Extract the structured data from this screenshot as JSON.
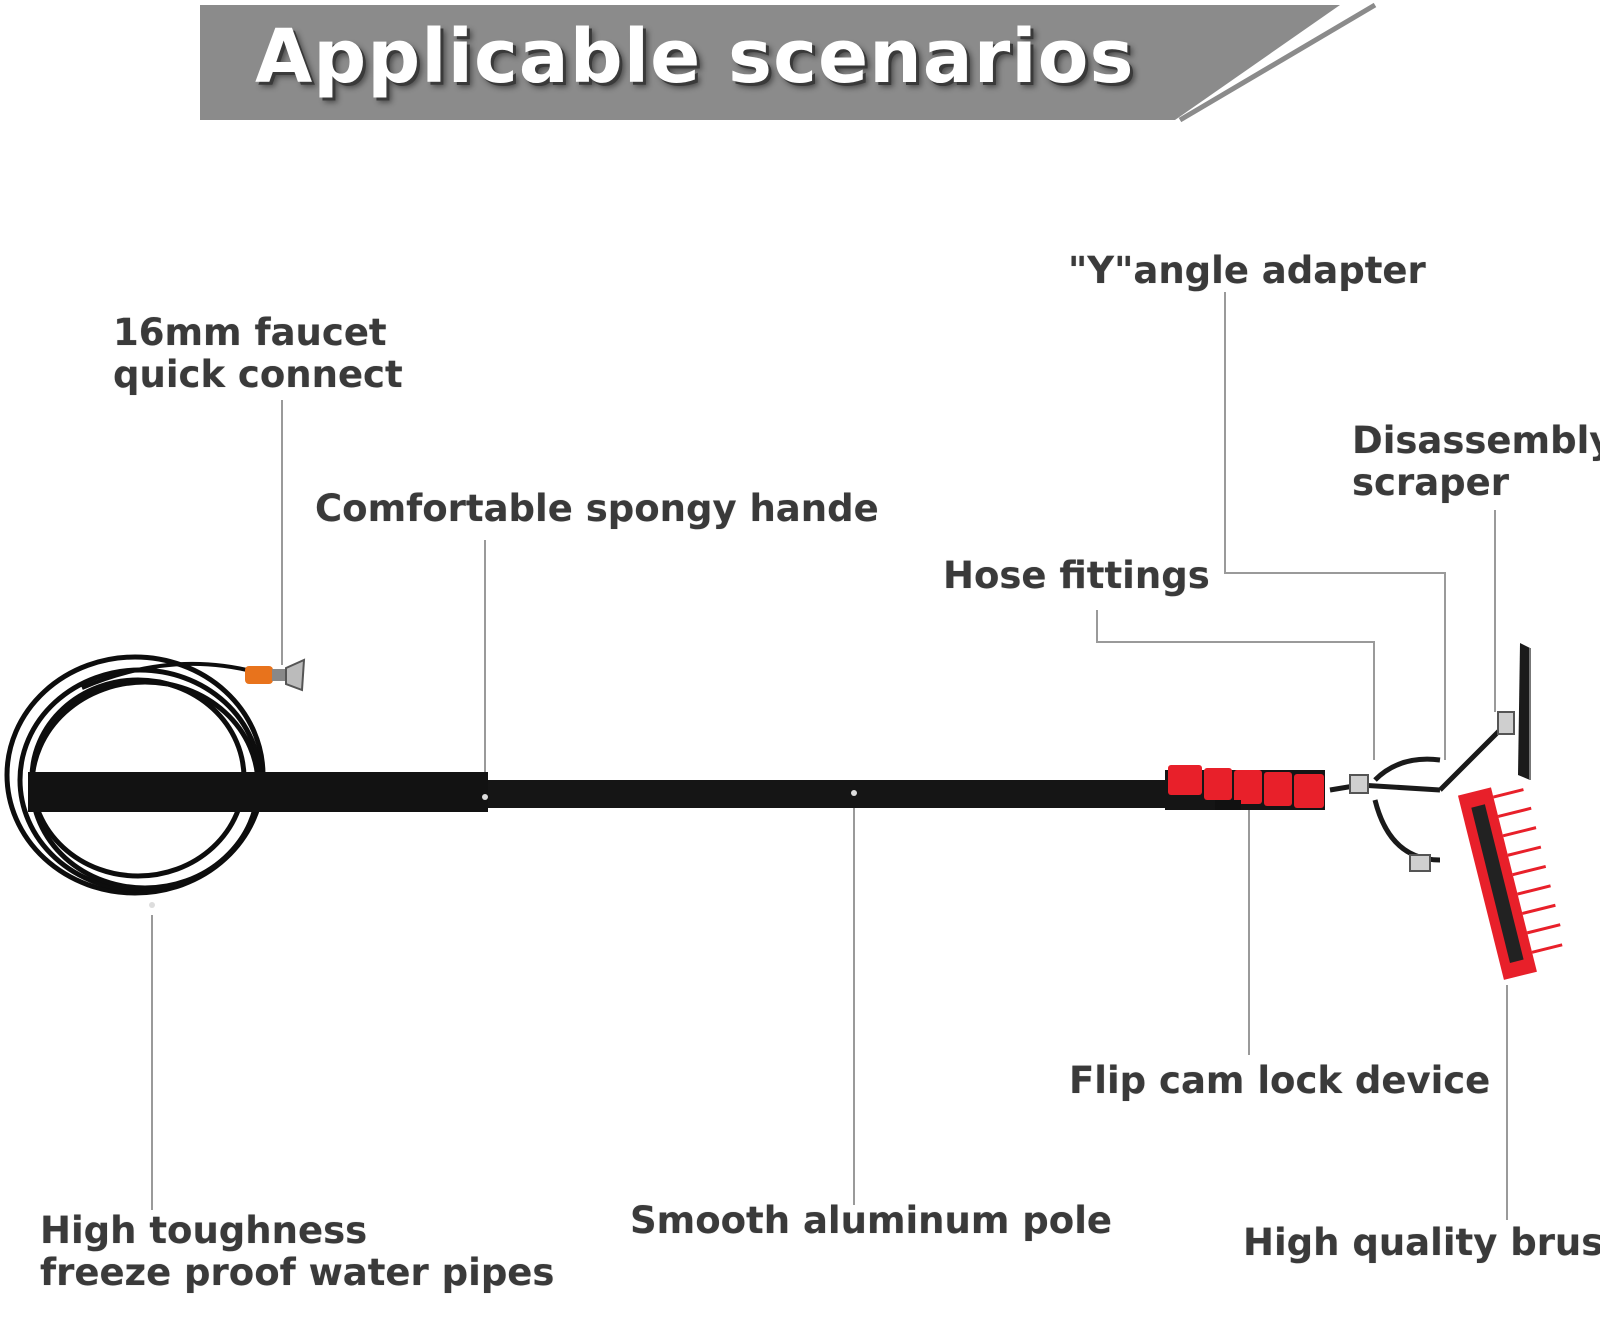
{
  "banner": {
    "title": "Applicable scenarios"
  },
  "labels": {
    "faucet": [
      "16mm faucet",
      "quick connect"
    ],
    "handle": "Comfortable spongy hande",
    "y_adapter": "\"Y\"angle adapter",
    "scraper": [
      "Disassembly",
      "scraper"
    ],
    "hose_fittings": "Hose fittings",
    "flip_cam": "Flip cam lock device",
    "pipes": [
      "High toughness",
      "freeze proof water pipes"
    ],
    "pole": "Smooth aluminum pole",
    "brush": "High quality brush"
  },
  "colors": {
    "banner_bg": "#8a8a8a",
    "pole": "#111111",
    "accent_red": "#e8202a",
    "connector_orange": "#e8731c",
    "leader_line": "#9a9a9a",
    "label_text": "#3a3a3a"
  }
}
